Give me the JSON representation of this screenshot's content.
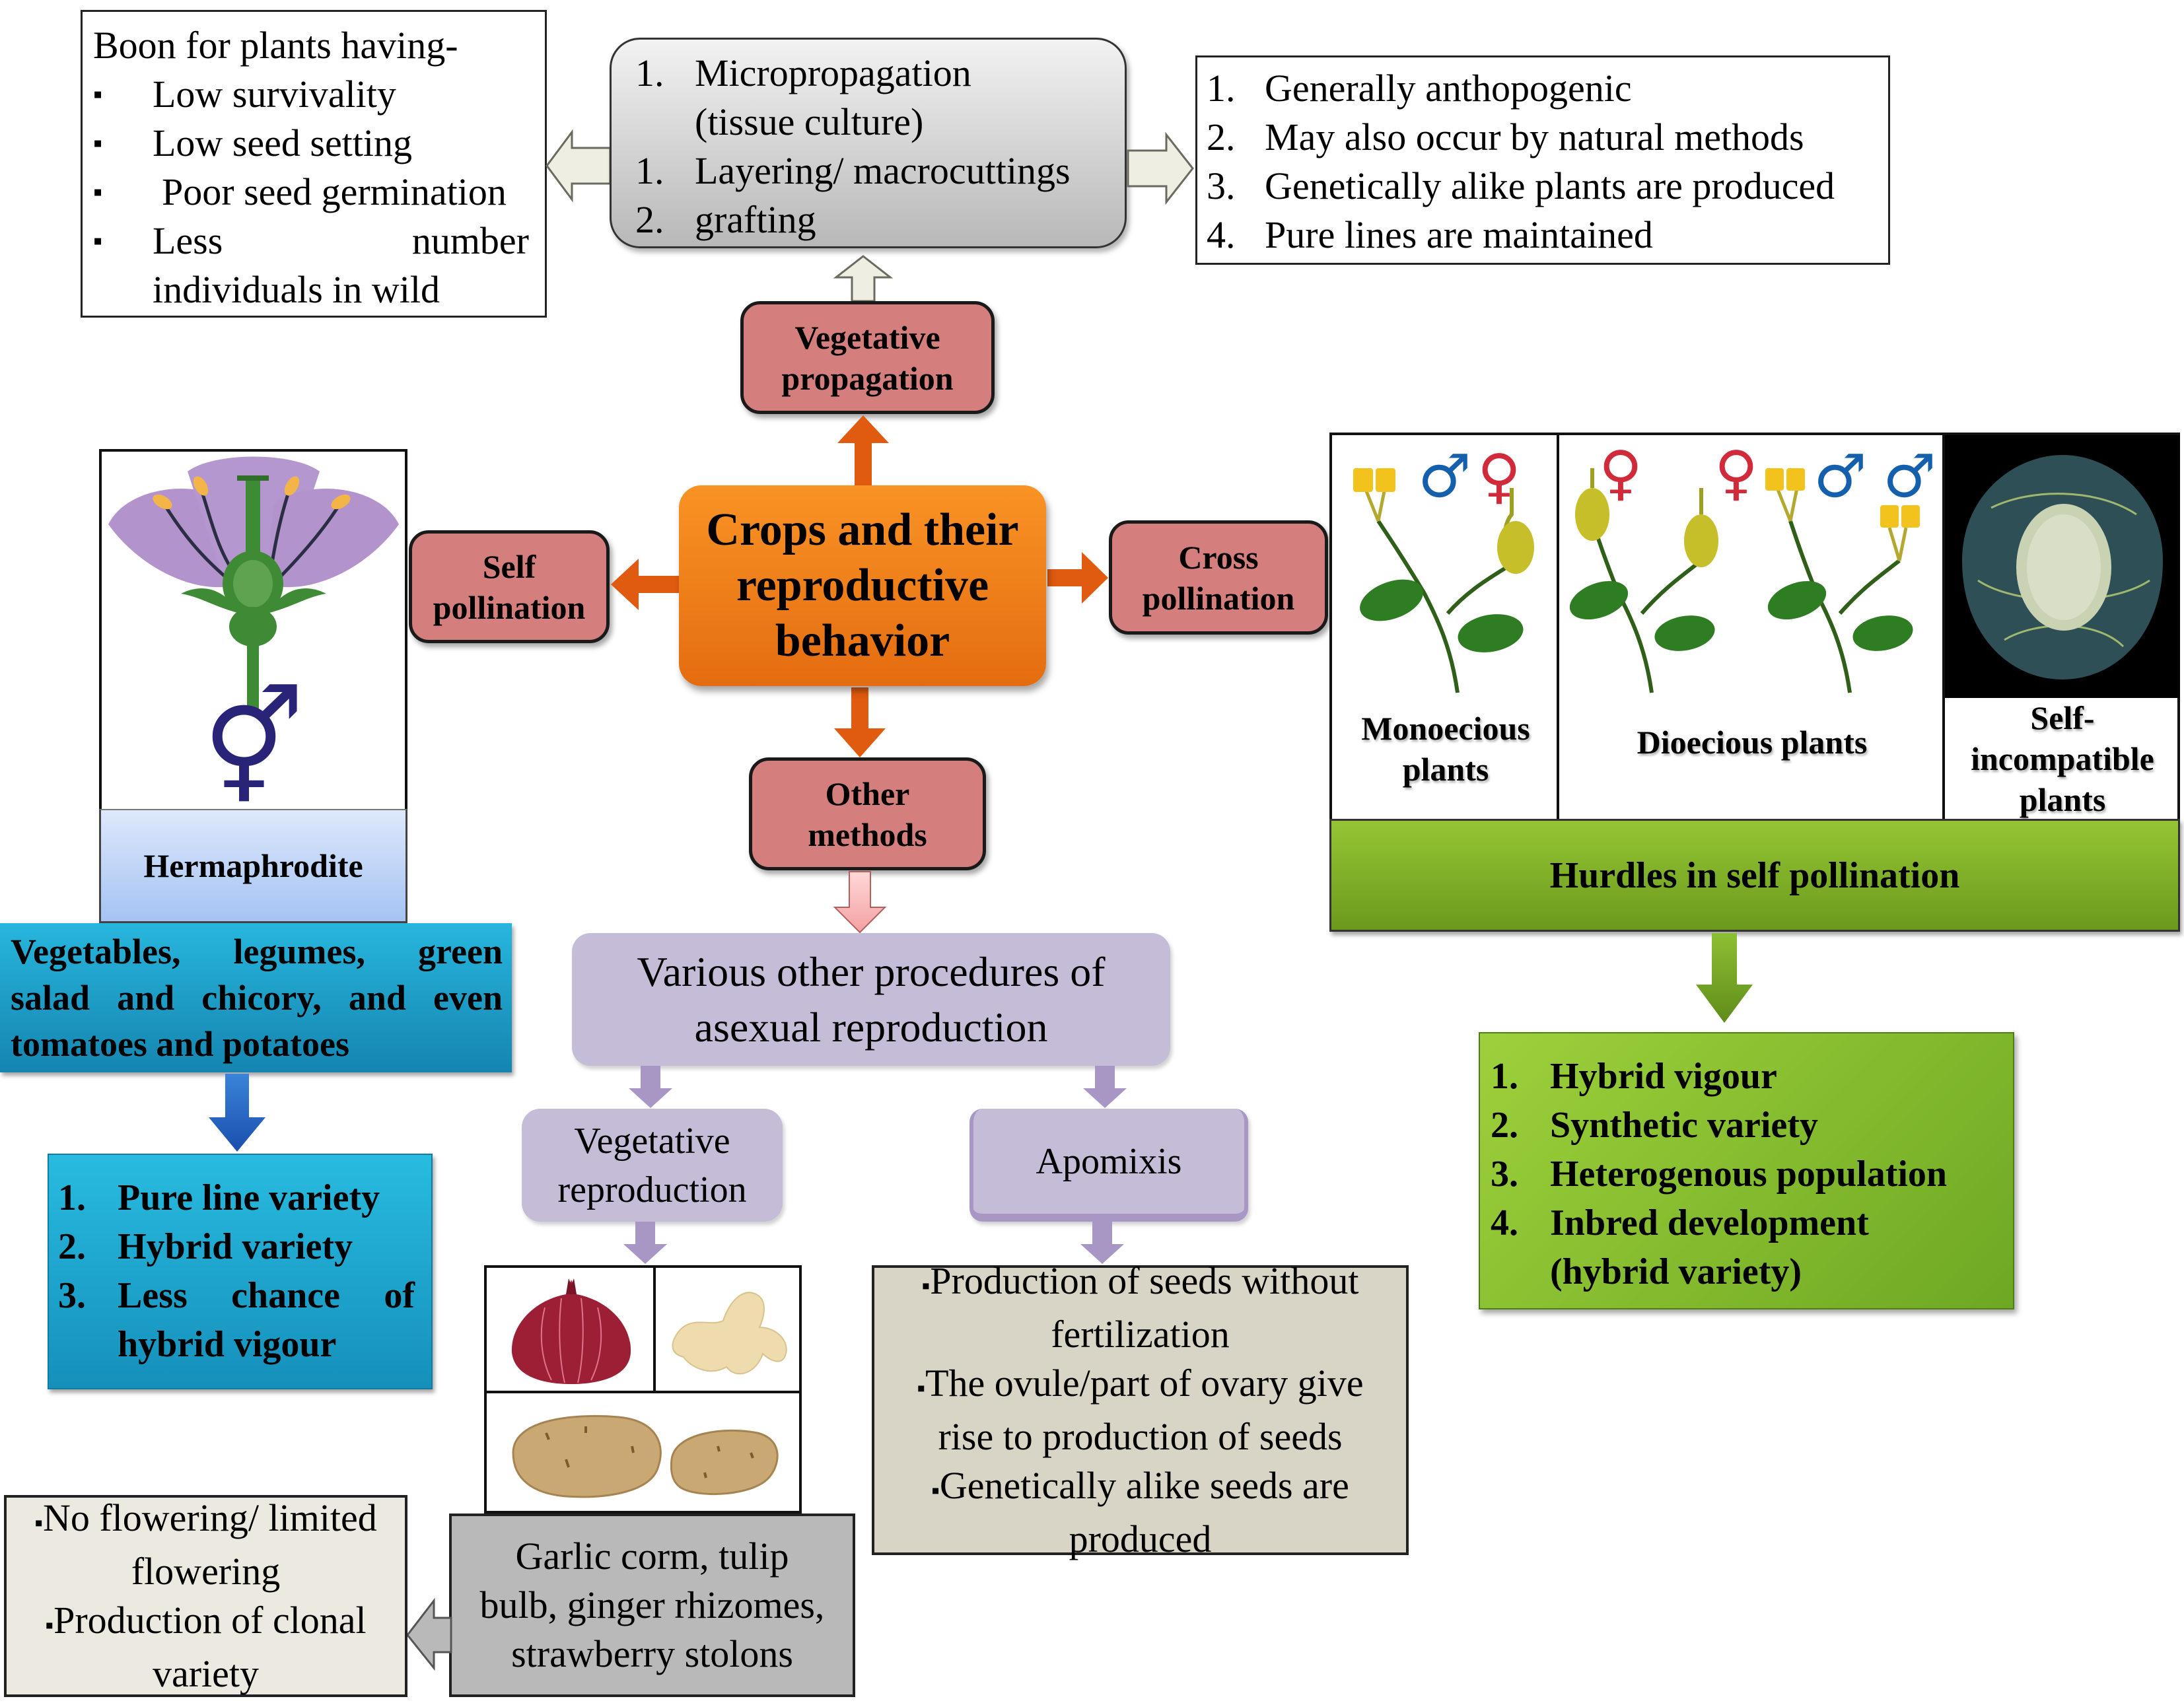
{
  "center": {
    "title_lines": [
      "Crops and their",
      "reproductive",
      "behavior"
    ]
  },
  "branches": {
    "vegetative_propagation": [
      "Vegetative",
      "propagation"
    ],
    "self_pollination": [
      "Self",
      "pollination"
    ],
    "cross_pollination": [
      "Cross",
      "pollination"
    ],
    "other_methods": [
      "Other",
      "methods"
    ]
  },
  "boon_box": {
    "heading": "Boon for plants having-",
    "items": [
      "Low survivality",
      "Low seed setting",
      "Poor seed germination",
      "Less number individuals in wild"
    ],
    "bullet": "▪"
  },
  "vegetative_methods": {
    "items": [
      {
        "num": "1.",
        "text": "Micropropagation (tissue culture)"
      },
      {
        "num": "1.",
        "text": "Layering/ macrocuttings"
      },
      {
        "num": "2.",
        "text": "grafting"
      }
    ]
  },
  "vegetative_traits": {
    "items": [
      {
        "num": "1.",
        "text": "Generally anthopogenic"
      },
      {
        "num": "2.",
        "text": "May also occur by natural methods"
      },
      {
        "num": "3.",
        "text": "Genetically alike plants are produced"
      },
      {
        "num": "4.",
        "text": "Pure lines are maintained"
      }
    ]
  },
  "self_pollination_panel": {
    "label": "Hermaphrodite",
    "symbol": "⚥",
    "crops": "Vegetables, legumes, green salad and chicory, and even tomatoes and potatoes",
    "outcomes": [
      {
        "num": "1.",
        "text": "Pure line variety"
      },
      {
        "num": "2.",
        "text": "Hybrid variety"
      },
      {
        "num": "3.",
        "text": "Less chance of hybrid vigour"
      }
    ]
  },
  "cross_pollination_panel": {
    "plant_types": [
      {
        "label": "Monoecious plants",
        "symbols": [
          "♂",
          "♀"
        ]
      },
      {
        "label": "Dioecious plants",
        "symbols": [
          "♀",
          "♀",
          "♂",
          "♂"
        ]
      },
      {
        "label": "Self-incompatible plants"
      }
    ],
    "hurdles_label": "Hurdles in self pollination",
    "outcomes": [
      {
        "num": "1.",
        "text": "Hybrid vigour"
      },
      {
        "num": "2.",
        "text": "Synthetic variety"
      },
      {
        "num": "3.",
        "text": "Heterogenous population"
      },
      {
        "num": "4.",
        "text": "Inbred development (hybrid variety)"
      }
    ]
  },
  "other_methods_panel": {
    "main": [
      "Various other procedures of",
      "asexual reproduction"
    ],
    "vegetative_reproduction": [
      "Vegetative",
      "reproduction"
    ],
    "apomixis": "Apomixis",
    "vegetative_examples": [
      "Garlic corm, tulip",
      "bulb, ginger rhizomes,",
      "strawberry stolons"
    ],
    "vegetative_traits": [
      "No flowering/ limited flowering",
      "Production of clonal variety"
    ],
    "apomixis_traits": [
      "Production of seeds without fertilization",
      "The ovule/part of ovary give rise to production of seeds",
      "Genetically alike seeds are produced"
    ],
    "bullet": "▪"
  },
  "colors": {
    "center_orange": "#f07f1c",
    "arrow_orange": "#e05a10",
    "pink_box": "#d47f7e",
    "gray_box": "#c8c8c8",
    "lavender_box": "#c5bcd7",
    "teal_box": "#1fa9d2",
    "green_bar": "#80b32a",
    "beige_box": "#d9d5c6",
    "light_beige_box": "#ebe9e0",
    "male_symbol": "#1560ad",
    "female_symbol": "#d12a3a",
    "hermaphrodite_symbol": "#2a2478"
  }
}
